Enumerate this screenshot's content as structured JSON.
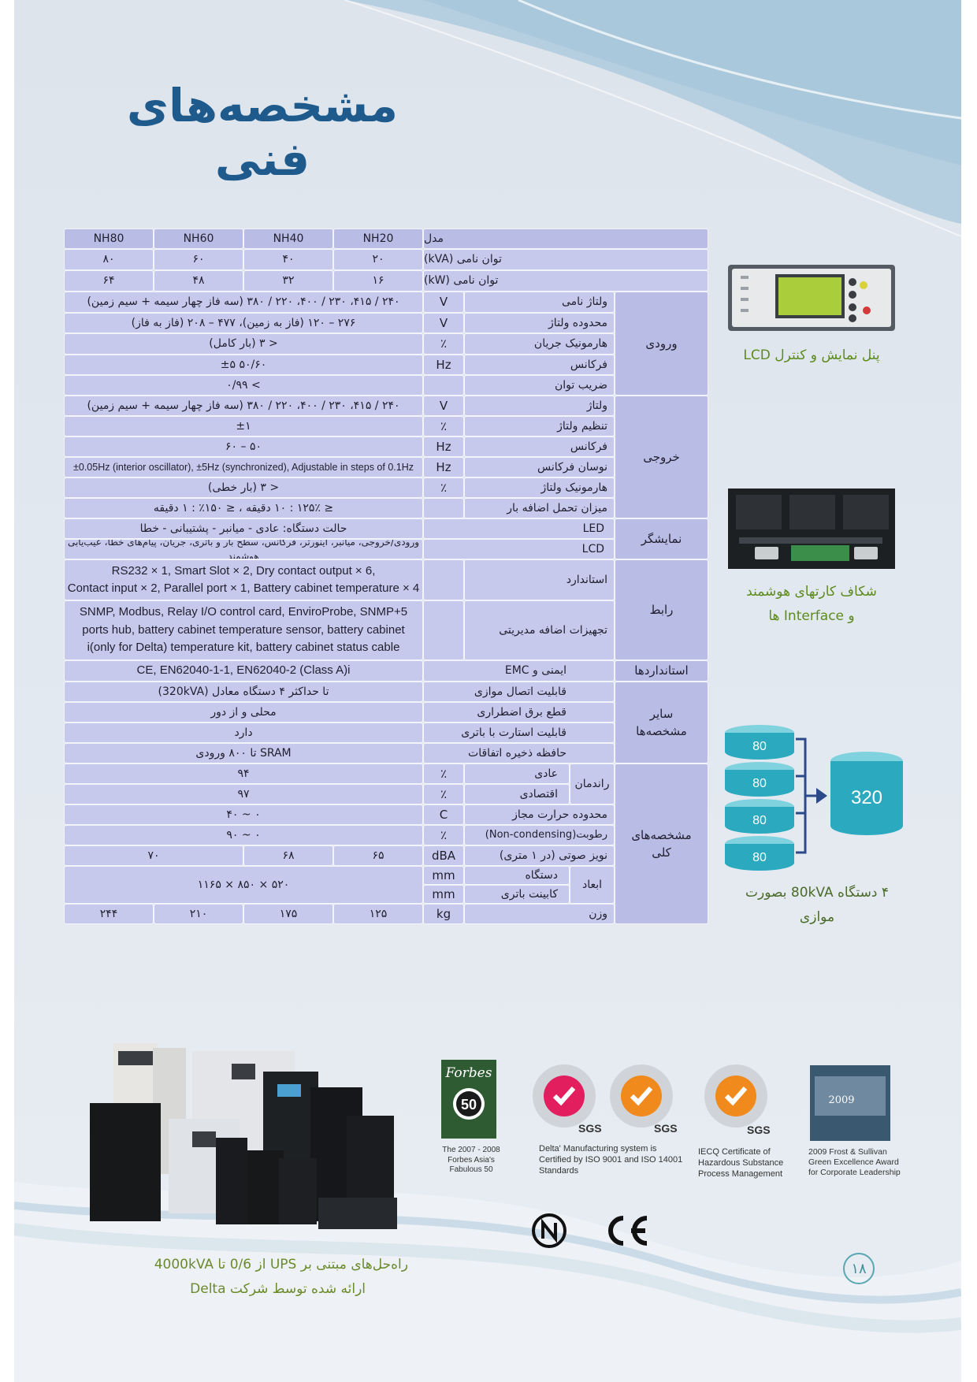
{
  "title": "مشخصه‌های فنی",
  "table": {
    "header": {
      "label": "مدل",
      "models": [
        "NH20",
        "NH40",
        "NH60",
        "NH80"
      ]
    },
    "kva": {
      "label": "توان نامی (kVA)",
      "values": [
        "۲۰",
        "۴۰",
        "۶۰",
        "۸۰"
      ]
    },
    "kw": {
      "label": "توان نامی (kW)",
      "values": [
        "۱۶",
        "۳۲",
        "۴۸",
        "۶۴"
      ]
    },
    "input": {
      "category": "ورودی",
      "rows": [
        {
          "label": "ولتاژ نامی",
          "unit": "V",
          "value": "۲۴۰ / ۴۱۵، ۲۳۰ / ۴۰۰، ۲۲۰ / ۳۸۰ (سه فاز چهار سیمه + سیم زمین)"
        },
        {
          "label": "محدوده ولتاژ",
          "unit": "V",
          "value": "۲۷۶ – ۱۲۰ (فاز به زمین)، ۴۷۷ – ۲۰۸ (فاز به فاز)"
        },
        {
          "label": "هارمونیک جریان",
          "unit": "٪",
          "value": "< ۳ (بار کامل)"
        },
        {
          "label": "فرکانس",
          "unit": "Hz",
          "value": "۵۰/۶۰ ±۵"
        },
        {
          "label": "ضریب توان",
          "unit": "",
          "value": "> ۰/۹۹"
        }
      ]
    },
    "output": {
      "category": "خروجی",
      "rows": [
        {
          "label": "ولتاژ",
          "unit": "V",
          "value": "۲۴۰ / ۴۱۵، ۲۳۰ / ۴۰۰، ۲۲۰ / ۳۸۰ (سه فاز چهار سیمه + سیم زمین)"
        },
        {
          "label": "تنظیم ولتاژ",
          "unit": "٪",
          "value": "±۱"
        },
        {
          "label": "فرکانس",
          "unit": "Hz",
          "value": "۵۰ – ۶۰"
        },
        {
          "label": "نوسان فرکانس",
          "unit": "Hz",
          "value": "±0.05Hz (interior oscillator), ±5Hz (synchronized), Adjustable in steps of 0.1Hz"
        },
        {
          "label": "هارمونیک ولتاژ",
          "unit": "٪",
          "value": "< ۳ (بار خطی)"
        },
        {
          "label": "میزان تحمل اضافه بار",
          "unit": "",
          "value": "≤ ۱۲۵٪ : ۱۰ دقیقه ، ≤ ۱۵۰٪ : ۱ دقیقه"
        }
      ]
    },
    "display": {
      "category": "نمایشگر",
      "rows": [
        {
          "label": "LED",
          "value": "حالت دستگاه: عادی - میانبر - پشتیبانی - خطا"
        },
        {
          "label": "LCD",
          "value": "ورودی/خروجی، میانبر، اینورتر، فرکانس، سطح بار و باتری، جریان، پیام‌های خطا، عیب‌یابی هوشمند"
        }
      ]
    },
    "interface": {
      "category": "رابط",
      "standard": {
        "label": "استاندارد",
        "line1": "RS232 × 1, Smart Slot × 2, Dry contact output × 6,",
        "line2": "Contact input × 2, Parallel port × 1, Battery cabinet temperature × 4"
      },
      "optional": {
        "label": "تجهیزات اضافه مدیریتی",
        "line1": "SNMP, Modbus, Relay I/O control card, EnviroProbe, SNMP+5",
        "line2": "ports hub, battery cabinet temperature sensor, battery cabinet",
        "line3": "i(only for Delta) temperature kit, battery cabinet status cable"
      }
    },
    "standards": {
      "category": "استانداردها",
      "label": "ایمنی و EMC",
      "value": "CE, EN62040-1-1, EN62040-2 (Class A)i"
    },
    "other": {
      "category_line1": "سایر",
      "category_line2": "مشخصه‌ها",
      "rows": [
        {
          "label": "قابلیت اتصال موازی",
          "value": "تا حداکثر ۴ دستگاه معادل (320kVA)"
        },
        {
          "label": "قطع برق اضطراری",
          "value": "محلی و از دور"
        },
        {
          "label": "قابلیت استارت با باتری",
          "value": "دارد"
        },
        {
          "label": "حافظه ذخیره اتفاقات",
          "value": "SRAM تا ۸۰۰ ورودی"
        }
      ]
    },
    "general": {
      "category_line1": "مشخصه‌های",
      "category_line2": "کلی",
      "efficiency": {
        "label": "راندمان",
        "rows": [
          {
            "label": "عادی",
            "unit": "٪",
            "value": "۹۴"
          },
          {
            "label": "اقتصادی",
            "unit": "٪",
            "value": "۹۷"
          }
        ]
      },
      "temperature": {
        "label": "محدوده حرارت مجاز",
        "unit": "C",
        "value": "۰ ~ ۴۰"
      },
      "humidity": {
        "label": "رطوبت(Non-condensing)",
        "unit": "٪",
        "value": "۰ ~ ۹۰"
      },
      "noise": {
        "label": "نویز صوتی (در ۱ متری)",
        "unit": "dBA",
        "values": [
          "۶۵",
          "۶۸",
          "۷۰"
        ]
      },
      "dimensions": {
        "label": "ابعاد",
        "rows": [
          {
            "label": "دستگاه",
            "unit": "mm"
          },
          {
            "label": "کابینت باتری",
            "unit": "mm"
          }
        ],
        "value": "۵۲۰ × ۸۵۰ × ۱۱۶۵"
      },
      "weight": {
        "label": "وزن",
        "unit": "kg",
        "values": [
          "۱۲۵",
          "۱۷۵",
          "۲۱۰",
          "۲۴۴"
        ]
      }
    }
  },
  "side": {
    "lcd_caption": "پنل نمایش و کنترل LCD",
    "cards_caption_line1": "شکاف کارتهای هوشمند",
    "cards_caption_line2": "و Interface ها",
    "parallel_caption": "۴ دستگاه 80kVA بصورت موازی",
    "unit_label": "80",
    "total_label": "320"
  },
  "logos": {
    "forbes_caption": "The 2007 - 2008 Forbes Asia's Fabulous 50",
    "iso_caption": "Delta' Manufacturing system is Certified by ISO 9001 and ISO 14001 Standards",
    "iecq_caption": "IECQ Certificate of Hazardous Substance Process Management",
    "frost_caption": "2009 Frost & Sullivan Green Excellence Award for Corporate Leadership",
    "forbes_name": "Forbes",
    "forbes_number": "50",
    "sgs": "SGS",
    "frost_year": "2009"
  },
  "footer": {
    "caption_line1": "راه‌حل‌های مبتنی بر UPS از 0/6 تا 4000kVA",
    "caption_line2": "ارائه شده توسط شرکت Delta",
    "page_number": "۱۸"
  },
  "colors": {
    "title": "#1f5a8c",
    "cell": "#c7c9ec",
    "caption_green": "#5d8b1e",
    "cylinder": "#2aa9bf"
  }
}
